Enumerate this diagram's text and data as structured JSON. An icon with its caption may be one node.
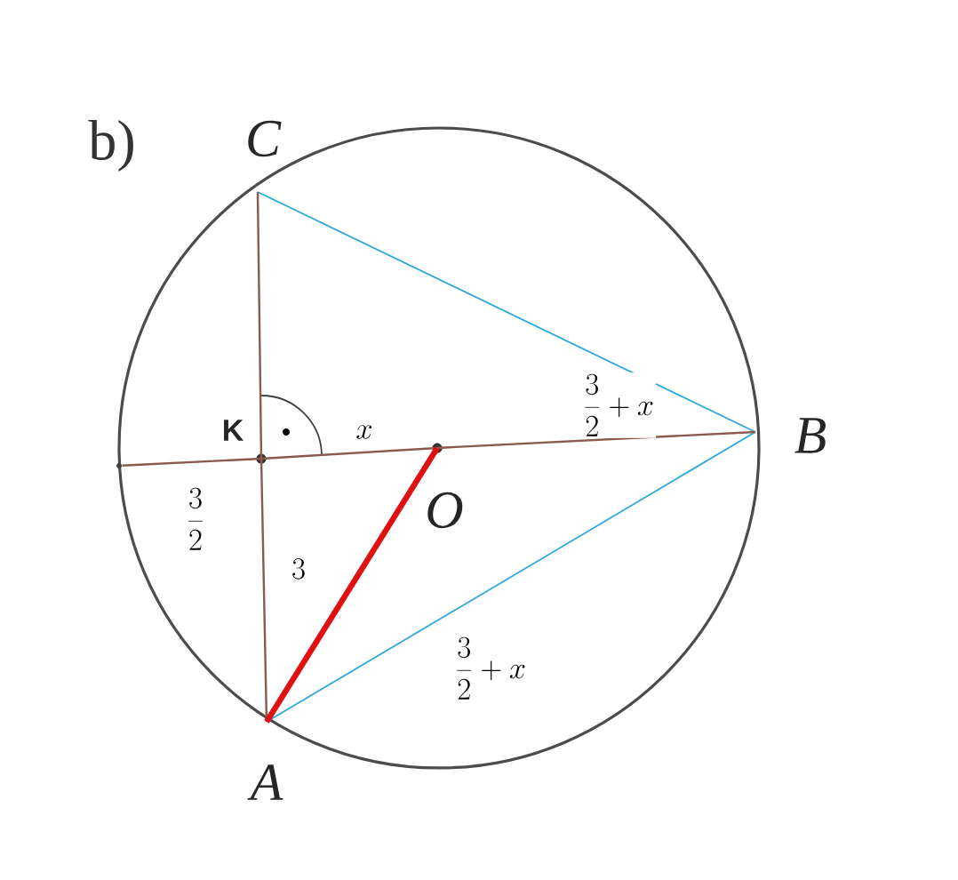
{
  "diagram": {
    "nodes": [
      {
        "text": [
          "C"
        ]
      },
      {
        "text": [
          "B"
        ]
      },
      {
        "text": [
          "A"
        ]
      },
      {
        "text": [
          "O"
        ]
      },
      {
        "text": [
          "K"
        ]
      },
      {
        "text": [],
        "shape": "dot"
      }
    ],
    "edges": [
      {
        "from": 0,
        "to": 1,
        "arrow": "none",
        "color": "#2aa8de",
        "label": "\\frac{3}{2}+x"
      },
      {
        "from": 2,
        "to": 1,
        "arrow": "none",
        "color": "#2aa8de",
        "label": "\\frac{3}{2}+x"
      },
      {
        "from": 0,
        "to": 4,
        "arrow": "none"
      },
      {
        "from": 4,
        "to": 2,
        "arrow": "none",
        "label": "3"
      },
      {
        "from": 5,
        "to": 4,
        "arrow": "none",
        "label": "\\frac{3}{2}"
      },
      {
        "from": 4,
        "to": 3,
        "arrow": "none",
        "label": "x"
      },
      {
        "from": 3,
        "to": 1,
        "arrow": "none"
      },
      {
        "from": 3,
        "to": 2,
        "arrow": "none",
        "style": "thick",
        "color": "#e01010"
      }
    ],
    "labels": [
      "b)"
    ]
  }
}
